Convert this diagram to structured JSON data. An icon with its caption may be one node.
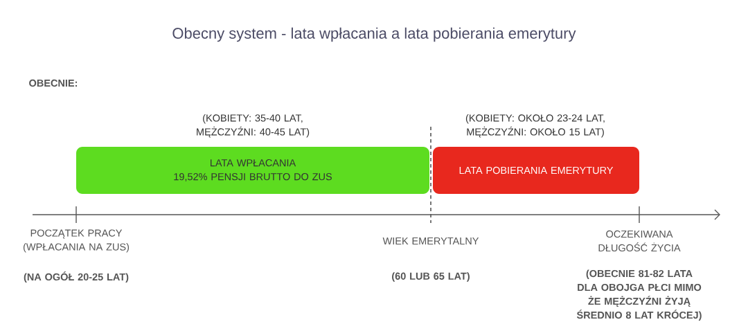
{
  "diagram": {
    "title": "Obecny system - lata wpłacania a lata pobierania emerytury",
    "nodes": [
      {
        "text": [
          "LATA WPŁACANIA",
          "19,52% PENSJI BRUTTO DO ZUS"
        ],
        "beside": [
          "(KOBIETY: 35-40 LAT, MĘŻCZYŹNI: 40-45 LAT)"
        ]
      },
      {
        "text": [
          "LATA POBIERANIA EMERYTURY"
        ],
        "beside": [
          "(KOBIETY: OKOŁO 23-24 LAT, MĘŻCZYŹNI: OKOŁO 15 LAT)"
        ]
      }
    ],
    "labels": [
      "OBECNIE:",
      "POCZĄTEK PRACY (WPŁACANIA NA ZUS)",
      "WIEK EMERYTALNY",
      "OCZEKIWANA DŁUGOŚĆ ŻYCIA",
      "(NA OGÓŁ 20-25 LAT)",
      "(60 LUB 65 LAT)",
      "(OBECNIE 81-82 LATA DLA OBOJGA PŁCI MIMO ŻE MĘŻCZYŹNI ŻYJĄ ŚREDNIO 8 LAT KRÓCEJ)"
    ]
  }
}
